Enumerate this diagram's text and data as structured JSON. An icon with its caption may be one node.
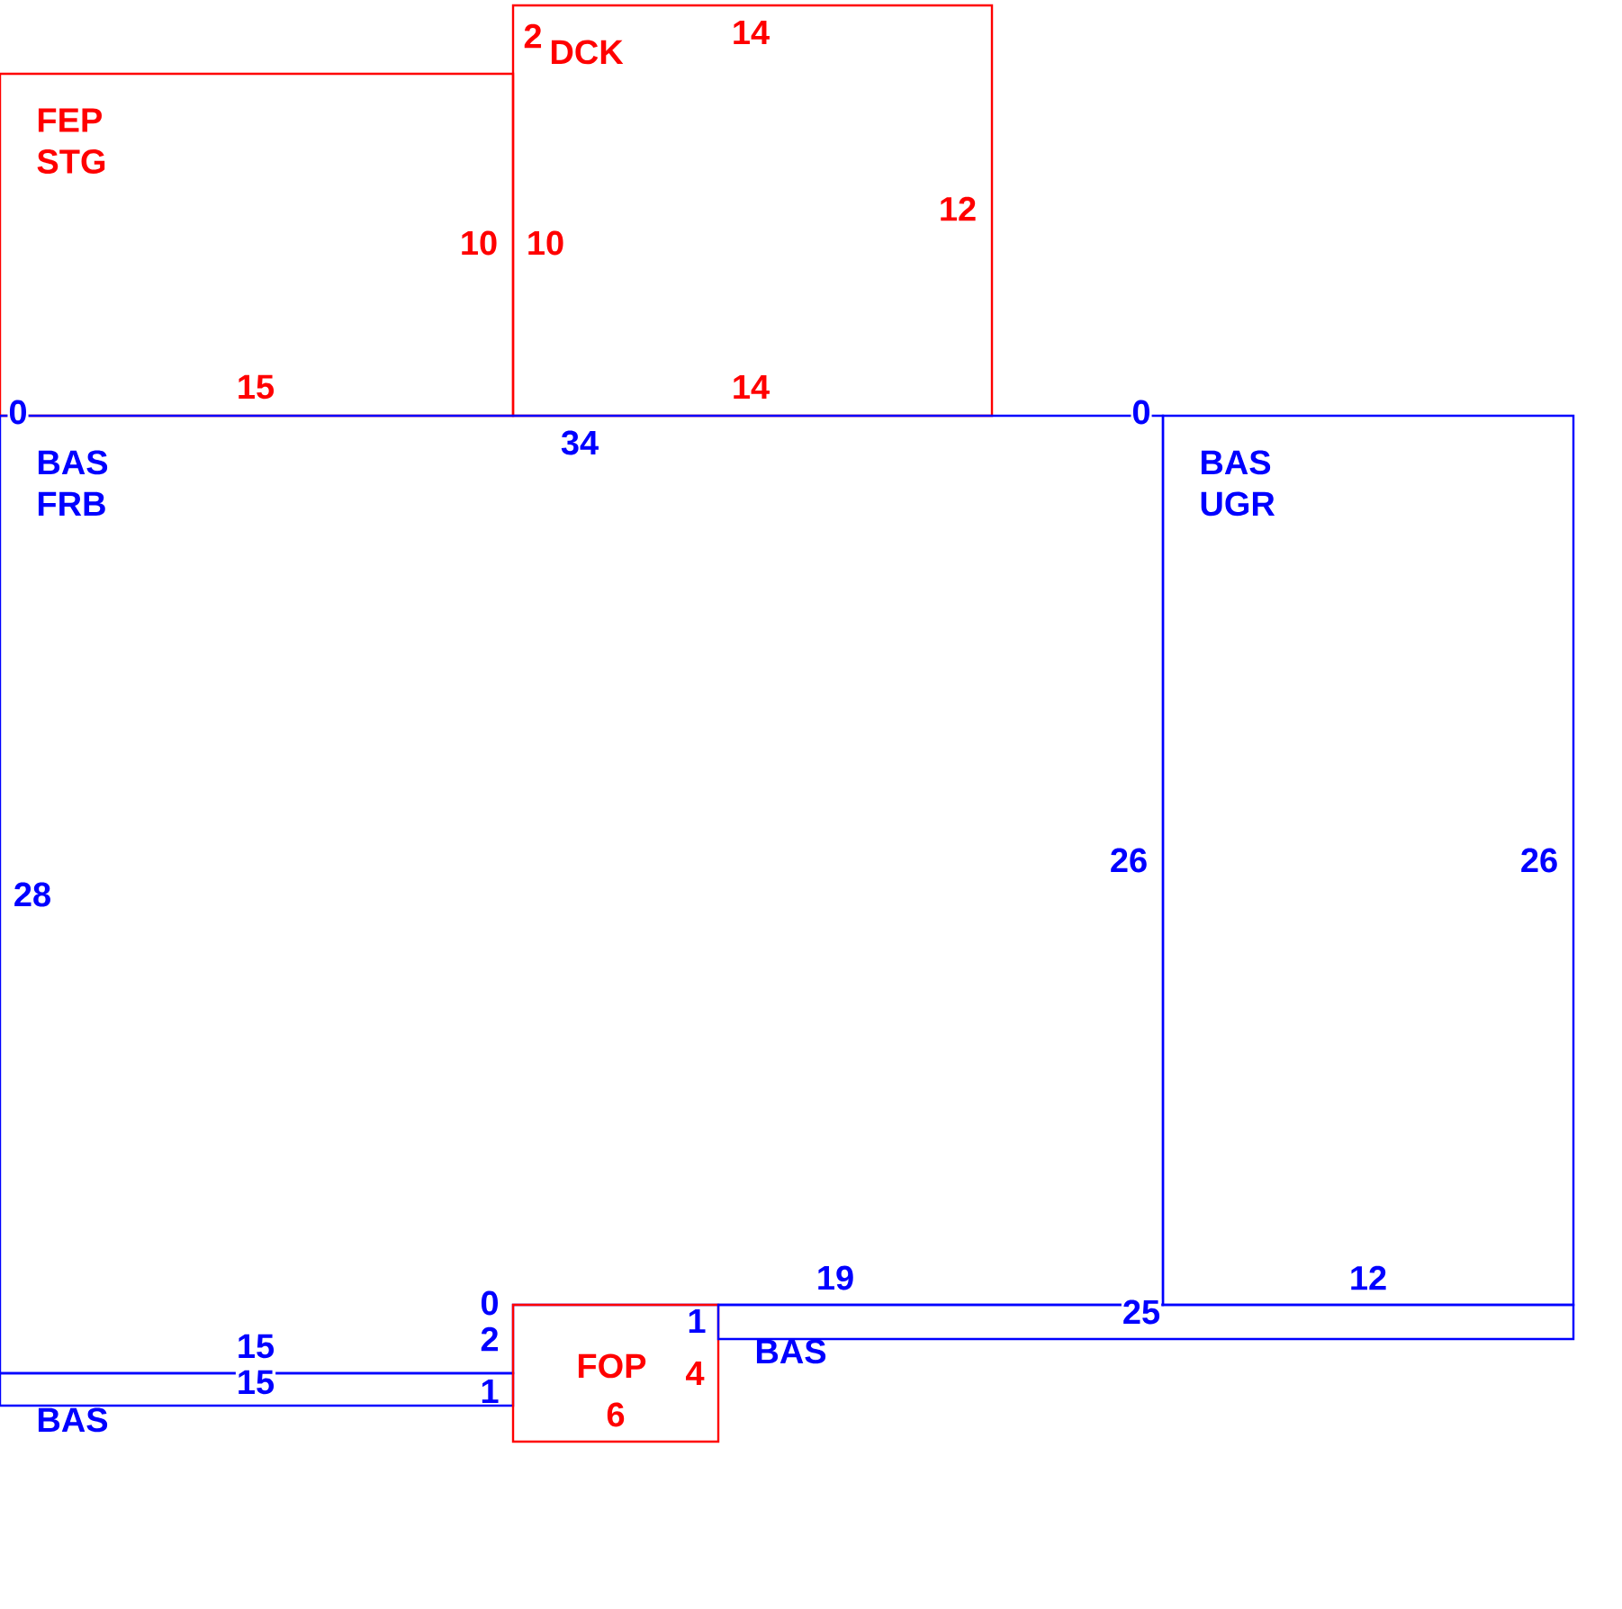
{
  "diagram": {
    "nodes": [
      {
        "text": [
          "FEP STG"
        ]
      },
      {
        "text": [
          "DCK"
        ]
      },
      {
        "text": [
          "BAS FRB"
        ]
      },
      {
        "text": [
          "BAS UGR"
        ]
      },
      {
        "text": [
          "BAS"
        ]
      },
      {
        "text": [
          "FOP"
        ]
      },
      {
        "text": [
          "BAS"
        ]
      }
    ],
    "edges": [],
    "labels": [
      "2",
      "14",
      "12",
      "10",
      "10",
      "15",
      "14",
      "0",
      "34",
      "0",
      "28",
      "26",
      "26",
      "0",
      "19",
      "12",
      "1",
      "25",
      "15",
      "2",
      "15",
      "1",
      "4",
      "6"
    ]
  }
}
